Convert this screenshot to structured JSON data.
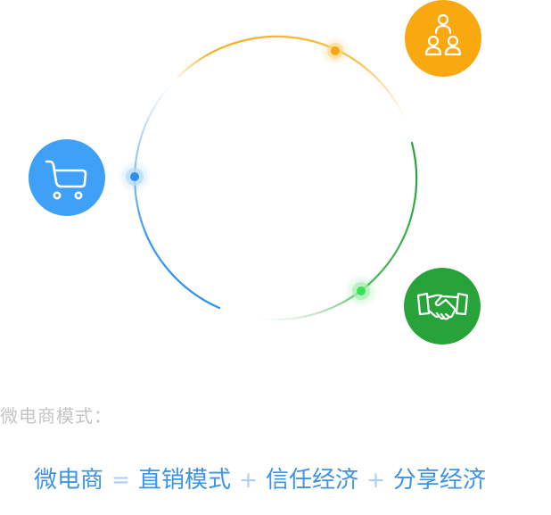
{
  "caption": "微电商模式：",
  "formula": {
    "lhs": "微电商",
    "equals": "=",
    "term1": "直销模式",
    "plus1": "+",
    "term2": "信任经济",
    "plus2": "+",
    "term3": "分享经济"
  },
  "nodes": [
    {
      "name": "people",
      "icon": "people-icon",
      "color": "#f9a80f"
    },
    {
      "name": "cart",
      "icon": "shopping-cart-icon",
      "color": "#3fa0f7"
    },
    {
      "name": "handshake",
      "icon": "handshake-icon",
      "color": "#27a33a"
    }
  ]
}
